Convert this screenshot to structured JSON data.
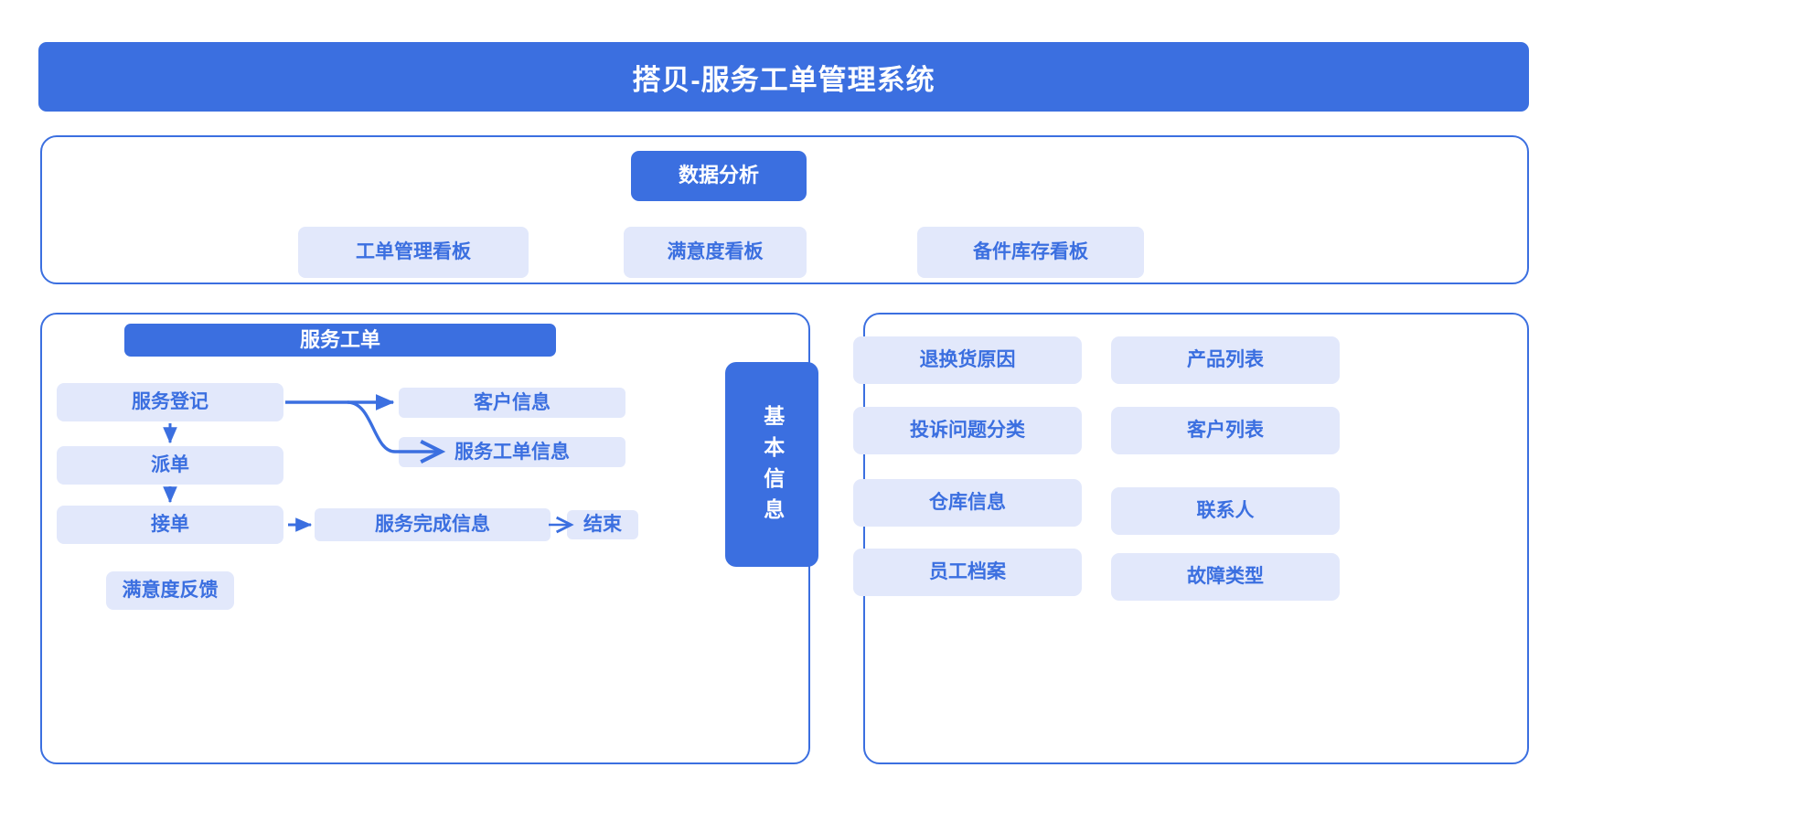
{
  "app": {
    "title": "搭贝-服务工单管理系统",
    "accent_color": "#3B6FE0",
    "chip_soft_bg": "#E2E8FB",
    "background": "#FFFFFF"
  },
  "analytics": {
    "header": "数据分析",
    "dashboards": [
      {
        "label": "工单管理看板"
      },
      {
        "label": "满意度看板"
      },
      {
        "label": "备件库存看板"
      }
    ]
  },
  "work_order": {
    "header": "服务工单",
    "flow_steps": [
      {
        "label": "服务登记"
      },
      {
        "label": "派单"
      },
      {
        "label": "接单"
      }
    ],
    "satisfaction": "满意度反馈",
    "branch_targets": [
      {
        "label": "客户信息"
      },
      {
        "label": "服务工单信息"
      }
    ],
    "completion": "服务完成信息",
    "end": "结束"
  },
  "basic_info": {
    "header": "基本信息",
    "items_left": [
      {
        "label": "退换货原因"
      },
      {
        "label": "投诉问题分类"
      },
      {
        "label": "仓库信息"
      },
      {
        "label": "员工档案"
      }
    ],
    "items_right": [
      {
        "label": "产品列表"
      },
      {
        "label": "客户列表"
      },
      {
        "label": "联系人"
      },
      {
        "label": "故障类型"
      }
    ]
  }
}
